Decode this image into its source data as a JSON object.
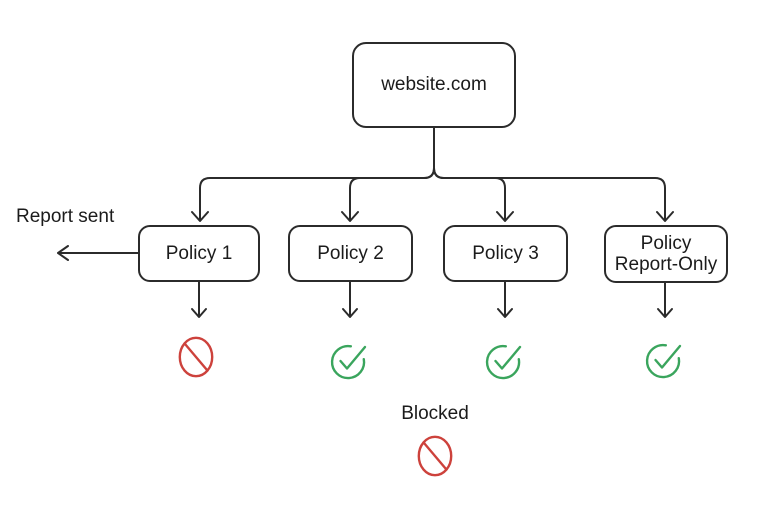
{
  "diagram": {
    "root": {
      "label": "website.com"
    },
    "policies": [
      {
        "label": "Policy 1",
        "status": "blocked",
        "icon": "no-entry-icon"
      },
      {
        "label": "Policy 2",
        "status": "passed",
        "icon": "check-circle-icon"
      },
      {
        "label": "Policy 3",
        "status": "passed",
        "icon": "check-circle-icon"
      },
      {
        "label": "Policy\nReport-Only",
        "status": "passed",
        "icon": "check-circle-icon"
      }
    ],
    "annotations": {
      "report_sent": "Report sent",
      "legend": "Blocked"
    },
    "icons": {
      "blocked": "no-entry-icon",
      "passed": "check-circle-icon"
    },
    "colors": {
      "stroke": "#2b2b2b",
      "text": "#1b1b1b",
      "blocked": "#cd423c",
      "passed": "#3aa55d",
      "background": "#ffffff"
    }
  }
}
